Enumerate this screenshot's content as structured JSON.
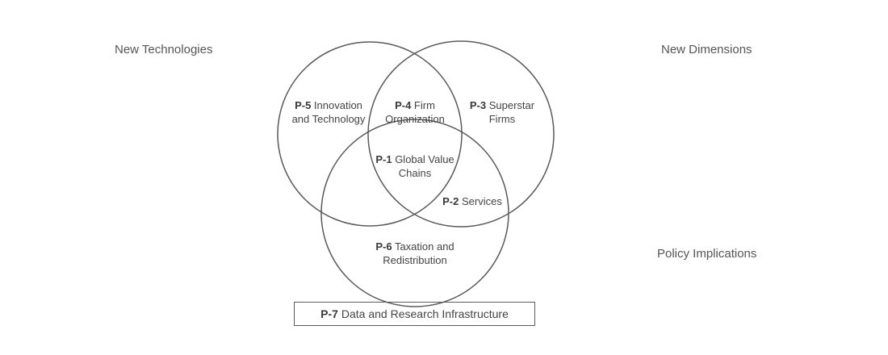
{
  "labels": {
    "new_technologies": "New Technologies",
    "new_dimensions": "New Dimensions",
    "policy_implications": "Policy Implications"
  },
  "regions": {
    "p5": {
      "code": "P-5",
      "line1": "Innovation",
      "line2": "and Technology"
    },
    "p4": {
      "code": "P-4",
      "line1": "Firm",
      "line2": "Organization"
    },
    "p3": {
      "code": "P-3",
      "line1": "Superstar",
      "line2": "Firms"
    },
    "p1": {
      "code": "P-1",
      "line1": "Global Value",
      "line2": "Chains"
    },
    "p2": {
      "code": "P-2",
      "line1": "Services"
    },
    "p6": {
      "code": "P-6",
      "line1": "Taxation and",
      "line2": "Redistribution"
    }
  },
  "infrastructure": {
    "code": "P-7",
    "text": "Data and Research Infrastructure"
  },
  "colors": {
    "stroke": "#5a5a5a",
    "text": "#444444",
    "side_text": "#555555"
  }
}
